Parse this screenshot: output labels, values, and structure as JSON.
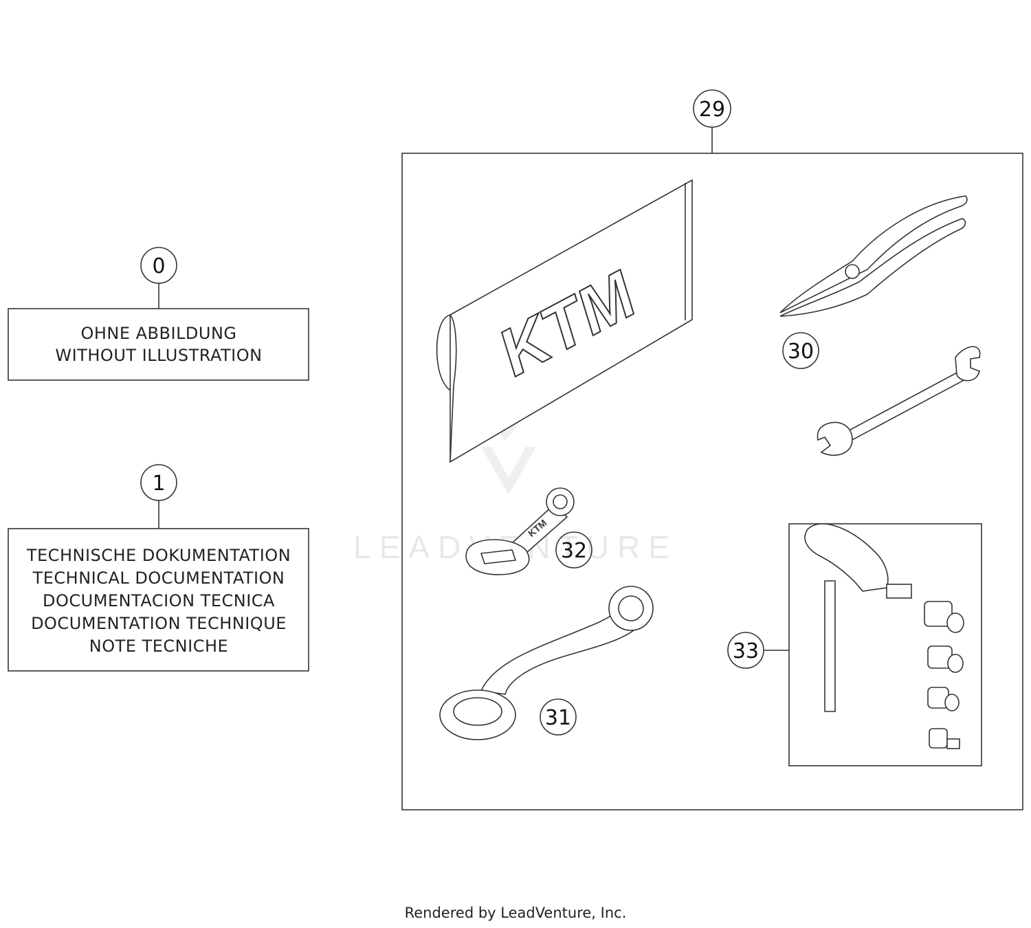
{
  "callouts": {
    "c0": "0",
    "c1": "1",
    "c29": "29",
    "c30": "30",
    "c31": "31",
    "c32": "32",
    "c33": "33"
  },
  "box0": {
    "line1": "OHNE ABBILDUNG",
    "line2": "WITHOUT ILLUSTRATION"
  },
  "box1": {
    "line1": "TECHNISCHE DOKUMENTATION",
    "line2": "TECHNICAL DOCUMENTATION",
    "line3": "DOCUMENTACION TECNICA",
    "line4": "DOCUMENTATION TECHNIQUE",
    "line5": "NOTE TECNICHE"
  },
  "logo_text": "KTM",
  "watermark": "LEADVENTURE",
  "footer": "Rendered by LeadVenture, Inc.",
  "icons": [
    "manual-folder-icon",
    "pliers-icon",
    "open-end-wrench-icon",
    "spanner-icon",
    "socket-wrench-icon",
    "t-handle-icon",
    "bit-icon"
  ]
}
